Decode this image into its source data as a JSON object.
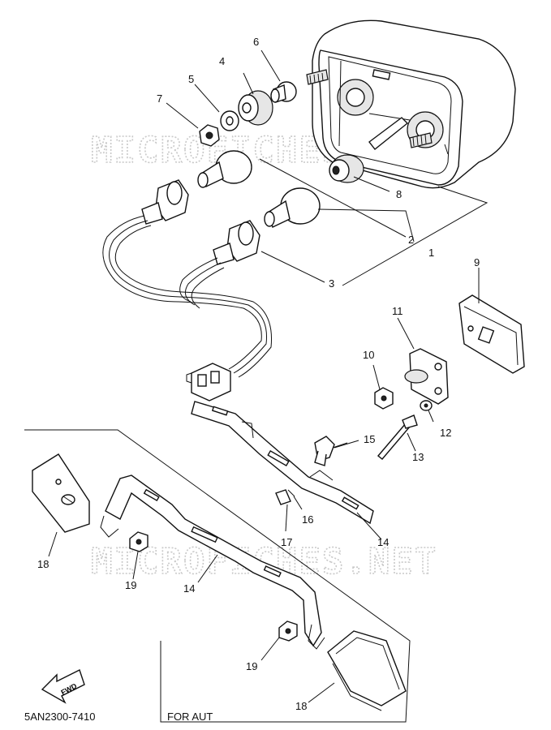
{
  "watermarks": [
    "MICROFICHES.NET",
    "MICROFICHES.NET"
  ],
  "labels": {
    "p1": "1",
    "p2": "2",
    "p3": "3",
    "p4": "4",
    "p5": "5",
    "p6": "6",
    "p7": "7",
    "p8": "8",
    "p9": "9",
    "p10": "10",
    "p11": "11",
    "p12": "12",
    "p13": "13",
    "p14a": "14",
    "p14b": "14",
    "p15": "15",
    "p16": "16",
    "p17": "17",
    "p18a": "18",
    "p18b": "18",
    "p19a": "19",
    "p19b": "19"
  },
  "inset_caption": "FOR AUT",
  "fwd_label": "FWD",
  "diagram_code": "5AN2300-7410"
}
